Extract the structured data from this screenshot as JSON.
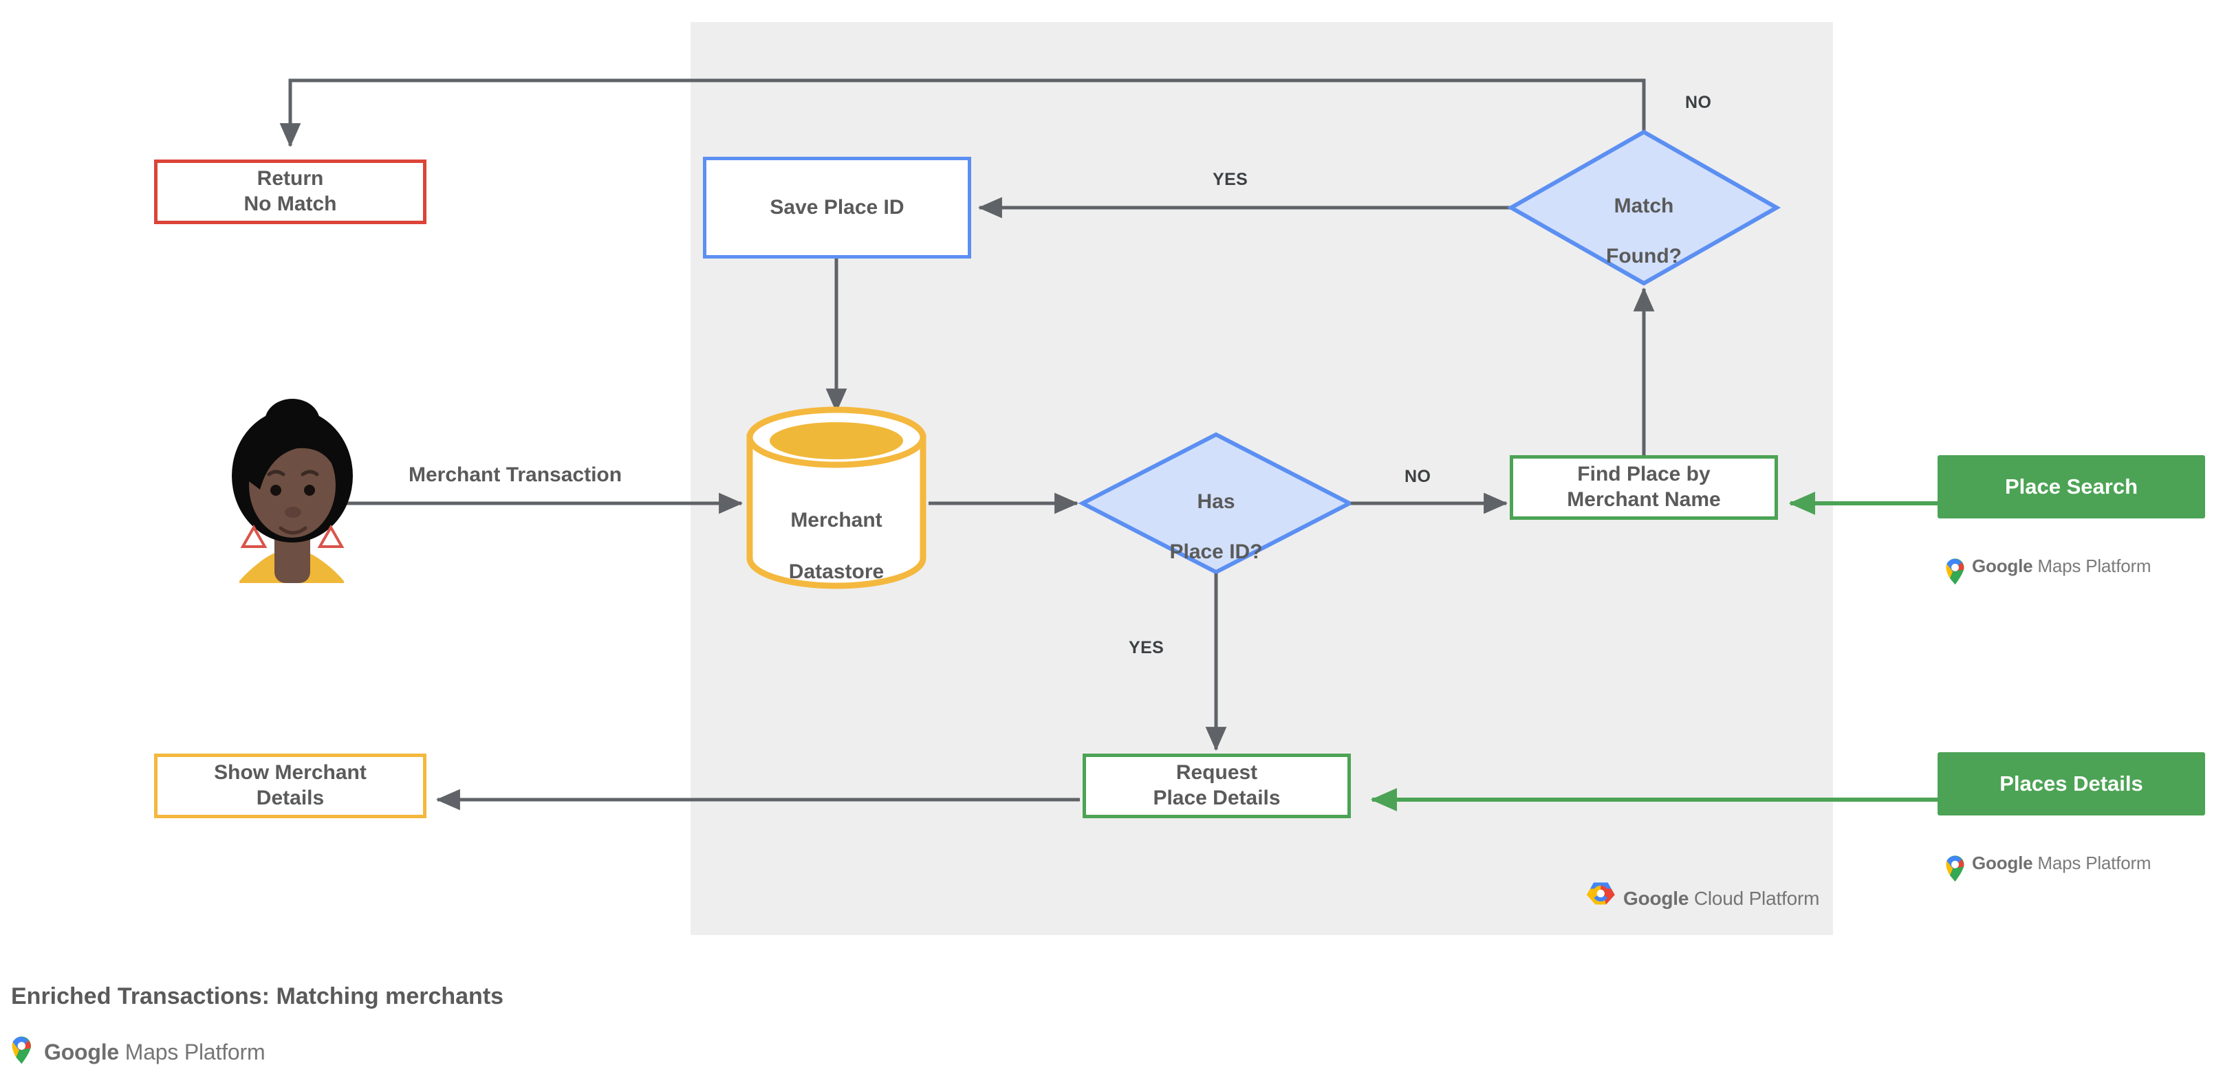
{
  "diagram": {
    "caption": "Enriched Transactions: Matching merchants",
    "panel_label": "Google Cloud Platform",
    "brand_word_1": "Google",
    "brand_word_2": "Maps Platform",
    "gcp_word_1": "Google",
    "gcp_word_2": "Cloud Platform"
  },
  "colors": {
    "panel_bg": "#eeeeee",
    "red": "#db4437",
    "blue": "#5b8ff2",
    "blue_fill": "#d3e0fb",
    "green": "#4ca355",
    "yellow": "#f4b83e",
    "arrow_gray": "#5f6368",
    "text_gray": "#5a5a5a"
  },
  "nodes": {
    "return_no_match": {
      "label": "Return\nNo Match",
      "line1": "Return",
      "line2": "No Match",
      "shape": "process",
      "accent": "red"
    },
    "save_place_id": {
      "label": "Save Place ID",
      "shape": "process",
      "accent": "blue"
    },
    "match_found": {
      "label": "Match\nFound?",
      "line1": "Match",
      "line2": "Found?",
      "shape": "decision",
      "accent": "blue"
    },
    "merchant_datastore": {
      "label": "Merchant\nDatastore",
      "line1": "Merchant",
      "line2": "Datastore",
      "shape": "cylinder",
      "accent": "yellow"
    },
    "has_place_id": {
      "label": "Has\nPlace ID?",
      "line1": "Has",
      "line2": "Place ID?",
      "shape": "decision",
      "accent": "blue"
    },
    "find_place": {
      "label": "Find Place by\nMerchant Name",
      "line1": "Find Place by",
      "line2": "Merchant Name",
      "shape": "process",
      "accent": "green"
    },
    "request_place_details": {
      "label": "Request\nPlace Details",
      "line1": "Request",
      "line2": "Place Details",
      "shape": "process",
      "accent": "green"
    },
    "show_merchant_details": {
      "label": "Show Merchant\nDetails",
      "line1": "Show Merchant",
      "line2": "Details",
      "shape": "process",
      "accent": "yellow"
    },
    "place_search": {
      "label": "Place Search",
      "shape": "api",
      "accent": "green"
    },
    "places_details": {
      "label": "Places Details",
      "shape": "api",
      "accent": "green"
    },
    "customer": {
      "label": "customer-avatar",
      "shape": "avatar"
    }
  },
  "edges": [
    {
      "from": "customer",
      "to": "merchant_datastore",
      "label": "Merchant Transaction"
    },
    {
      "from": "save_place_id",
      "to": "merchant_datastore",
      "label": ""
    },
    {
      "from": "merchant_datastore",
      "to": "has_place_id",
      "label": ""
    },
    {
      "from": "has_place_id",
      "to": "find_place",
      "label": "NO"
    },
    {
      "from": "has_place_id",
      "to": "request_place_details",
      "label": "YES"
    },
    {
      "from": "find_place",
      "to": "match_found",
      "label": ""
    },
    {
      "from": "match_found",
      "to": "save_place_id",
      "label": "YES"
    },
    {
      "from": "match_found",
      "to": "return_no_match",
      "label": "NO"
    },
    {
      "from": "place_search",
      "to": "find_place",
      "label": ""
    },
    {
      "from": "places_details",
      "to": "request_place_details",
      "label": ""
    },
    {
      "from": "request_place_details",
      "to": "show_merchant_details",
      "label": ""
    }
  ],
  "edge_labels": {
    "merchant_transaction": "Merchant Transaction",
    "no_has_place_id": "NO",
    "yes_has_place_id": "YES",
    "yes_match_found": "YES",
    "no_match_found": "NO"
  }
}
